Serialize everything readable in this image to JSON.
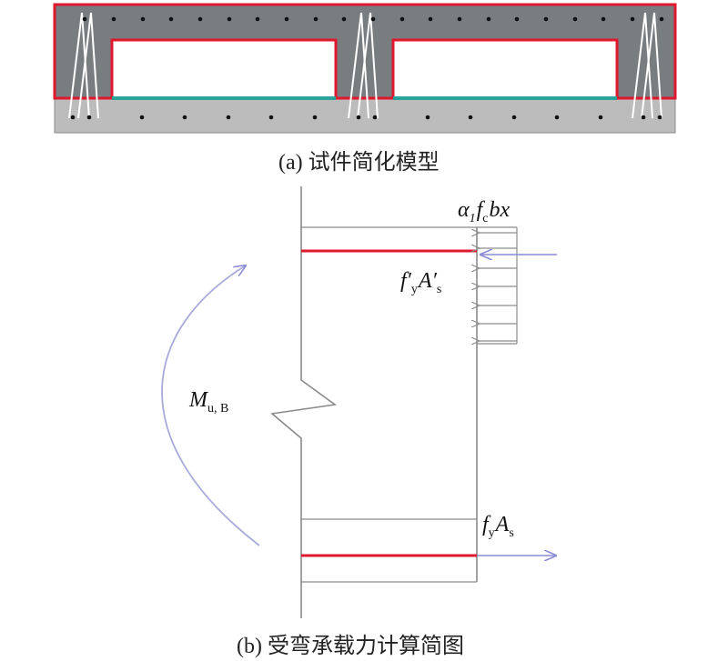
{
  "caption_a": "(a) 试件简化模型",
  "caption_b": "(b) 受弯承载力计算简图",
  "labels": {
    "alpha": "α",
    "alpha_sub": "1",
    "fc": "f",
    "fc_sub": "c",
    "bx": "bx",
    "fy_prime": "f′",
    "fy_prime_sub": "y",
    "As_prime": "A′",
    "As_prime_sub": "s",
    "fy": "f",
    "fy_sub": "y",
    "As": "A",
    "As_sub": "s",
    "M": "M",
    "M_sub": "u, B"
  },
  "colors": {
    "slab_top": "#7a7d80",
    "slab_bottom": "#bcbcbc",
    "outline_red": "#e0182e",
    "joint_teal": "#2aa39a",
    "moment_arc": "#a9a9dc",
    "force_arrow": "#8b8bd6",
    "stress_arrow": "#8c8c8c"
  },
  "icons": {
    "moment": "curved-arrow-icon",
    "tension": "right-arrow-icon",
    "compression": "left-arrow-icon"
  }
}
